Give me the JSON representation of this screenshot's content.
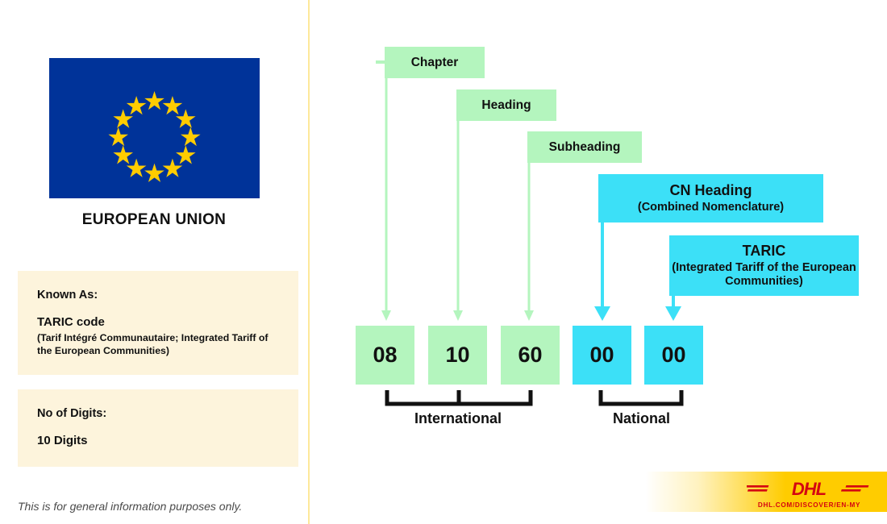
{
  "country": {
    "name": "EUROPEAN UNION",
    "flag_icon": "eu-flag-icon",
    "flag_background": "#003399",
    "flag_star_color": "#FFCC00",
    "star_count": 12
  },
  "info_boxes": [
    {
      "label": "Known As:",
      "value": "TARIC code",
      "sub": "(Tarif Intégré Communautaire; Integrated Tariff of the European Communities)"
    },
    {
      "label": "No of Digits:",
      "value": "10 Digits",
      "sub": ""
    }
  ],
  "footnote": "This is for general information purposes only.",
  "diagram": {
    "labels": [
      {
        "title": "Chapter",
        "sub": "",
        "color": "#b4f5be"
      },
      {
        "title": "Heading",
        "sub": "",
        "color": "#b4f5be"
      },
      {
        "title": "Subheading",
        "sub": "",
        "color": "#b4f5be"
      },
      {
        "title": "CN Heading",
        "sub": "(Combined Nomenclature)",
        "color": "#3ce0f7"
      },
      {
        "title": "TARIC",
        "sub": "(Integrated Tariff of the European Communities)",
        "color": "#3ce0f7"
      }
    ],
    "digits": [
      {
        "value": "08",
        "color": "#b4f5be",
        "group": "International"
      },
      {
        "value": "10",
        "color": "#b4f5be",
        "group": "International"
      },
      {
        "value": "60",
        "color": "#b4f5be",
        "group": "International"
      },
      {
        "value": "00",
        "color": "#3ce0f7",
        "group": "National"
      },
      {
        "value": "00",
        "color": "#3ce0f7",
        "group": "National"
      }
    ],
    "groups": [
      {
        "label": "International"
      },
      {
        "label": "National"
      }
    ]
  },
  "branding": {
    "logo_text": "DHL",
    "url": "DHL.COM/DISCOVER/EN-MY",
    "banner_color": "#ffcc00",
    "logo_color": "#d40511"
  },
  "divider_color": "#fde89a"
}
